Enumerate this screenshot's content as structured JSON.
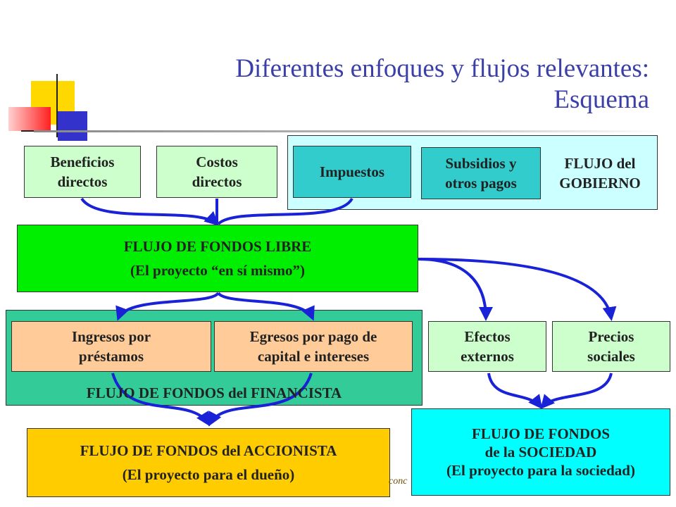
{
  "slide": {
    "title_line1": "Diferentes enfoques y flujos relevantes:",
    "title_line2": "Esquema",
    "footer_fragment": "conc"
  },
  "colors": {
    "title": "#3b3fa8",
    "light_green": "#ccffcc",
    "bright_green": "#00ee00",
    "teal": "#33cccc",
    "light_cyan": "#ccffff",
    "cyan": "#00ffff",
    "peach": "#ffcc99",
    "gold": "#ffcc00",
    "teal_green": "#33cc99",
    "arrow": "#1a22d8"
  },
  "nodes": {
    "beneficios": {
      "line1": "Beneficios",
      "line2": "directos"
    },
    "costos": {
      "line1": "Costos",
      "line2": "directos"
    },
    "impuestos": {
      "line1": "Impuestos"
    },
    "subsidios": {
      "line1": "Subsidios y",
      "line2": "otros pagos"
    },
    "gobierno": {
      "line1": "FLUJO del",
      "line2": "GOBIERNO"
    },
    "libre": {
      "line1": "FLUJO DE FONDOS LIBRE",
      "line2": "(El proyecto “en sí mismo”)"
    },
    "ingresos": {
      "line1": "Ingresos por",
      "line2": "préstamos"
    },
    "egresos": {
      "line1": "Egresos por pago de",
      "line2": "capital e intereses"
    },
    "financista": {
      "line1": "FLUJO DE FONDOS del FINANCISTA"
    },
    "efectos": {
      "line1": "Efectos",
      "line2": "externos"
    },
    "precios": {
      "line1": "Precios",
      "line2": "sociales"
    },
    "accionista": {
      "line1": "FLUJO DE FONDOS del ACCIONISTA",
      "line2": "(El proyecto para el dueño)"
    },
    "sociedad": {
      "line1": "FLUJO DE FONDOS",
      "line2": "de la SOCIEDAD",
      "line3": "(El proyecto para la sociedad)"
    }
  }
}
